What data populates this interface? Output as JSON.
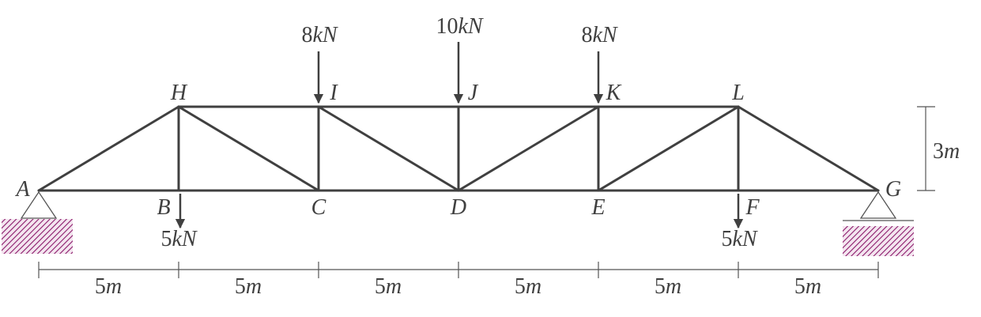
{
  "nodes": {
    "A": "A",
    "B": "B",
    "C": "C",
    "D": "D",
    "E": "E",
    "F": "F",
    "G": "G",
    "H": "H",
    "I": "I",
    "J": "J",
    "K": "K",
    "L": "L"
  },
  "loads": {
    "I": {
      "value": "8",
      "unit": "kN"
    },
    "J": {
      "value": "10",
      "unit": "kN"
    },
    "K": {
      "value": "8",
      "unit": "kN"
    },
    "B": {
      "value": "5",
      "unit": "kN"
    },
    "F": {
      "value": "5",
      "unit": "kN"
    }
  },
  "dimensions": {
    "panel_widths": [
      {
        "value": "5",
        "unit": "m"
      },
      {
        "value": "5",
        "unit": "m"
      },
      {
        "value": "5",
        "unit": "m"
      },
      {
        "value": "5",
        "unit": "m"
      },
      {
        "value": "5",
        "unit": "m"
      },
      {
        "value": "5",
        "unit": "m"
      }
    ],
    "height": {
      "value": "3",
      "unit": "m"
    }
  },
  "colors": {
    "member": "#404040",
    "ground_hatch": "#8b1a6b"
  }
}
